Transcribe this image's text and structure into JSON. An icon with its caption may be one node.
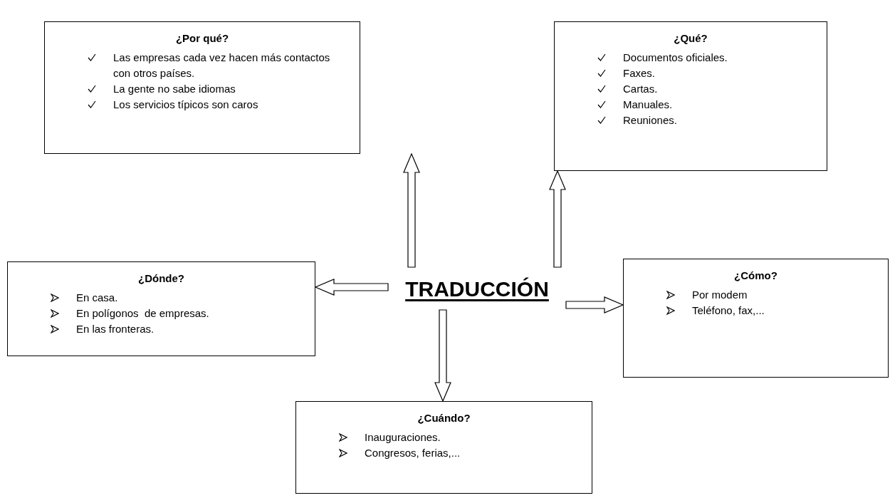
{
  "diagram": {
    "nodes": [
      {
        "text": [
          "TRADUCCIÓN"
        ]
      },
      {
        "text": [
          "¿Por qué?",
          "Las empresas cada vez hacen más contactos con otros países.",
          "La gente no sabe idiomas",
          "Los servicios típicos son caros"
        ]
      },
      {
        "text": [
          "¿Qué?",
          "Documentos oficiales.",
          "Faxes.",
          "Cartas.",
          "Manuales.",
          "Reuniones."
        ]
      },
      {
        "text": [
          "¿Dónde?",
          "En casa.",
          "En polígonos  de empresas.",
          "En las fronteras."
        ]
      },
      {
        "text": [
          "¿Cómo?",
          "Por modem",
          "Teléfono, fax,..."
        ]
      },
      {
        "text": [
          "¿Cuándo?",
          "Inauguraciones.",
          "Congresos, ferias,..."
        ]
      }
    ],
    "edges": [
      {
        "from": 0,
        "to": 1,
        "arrow": "to"
      },
      {
        "from": 0,
        "to": 2,
        "arrow": "to"
      },
      {
        "from": 0,
        "to": 3,
        "arrow": "to"
      },
      {
        "from": 0,
        "to": 4,
        "arrow": "to"
      },
      {
        "from": 0,
        "to": 5,
        "arrow": "to"
      }
    ]
  }
}
